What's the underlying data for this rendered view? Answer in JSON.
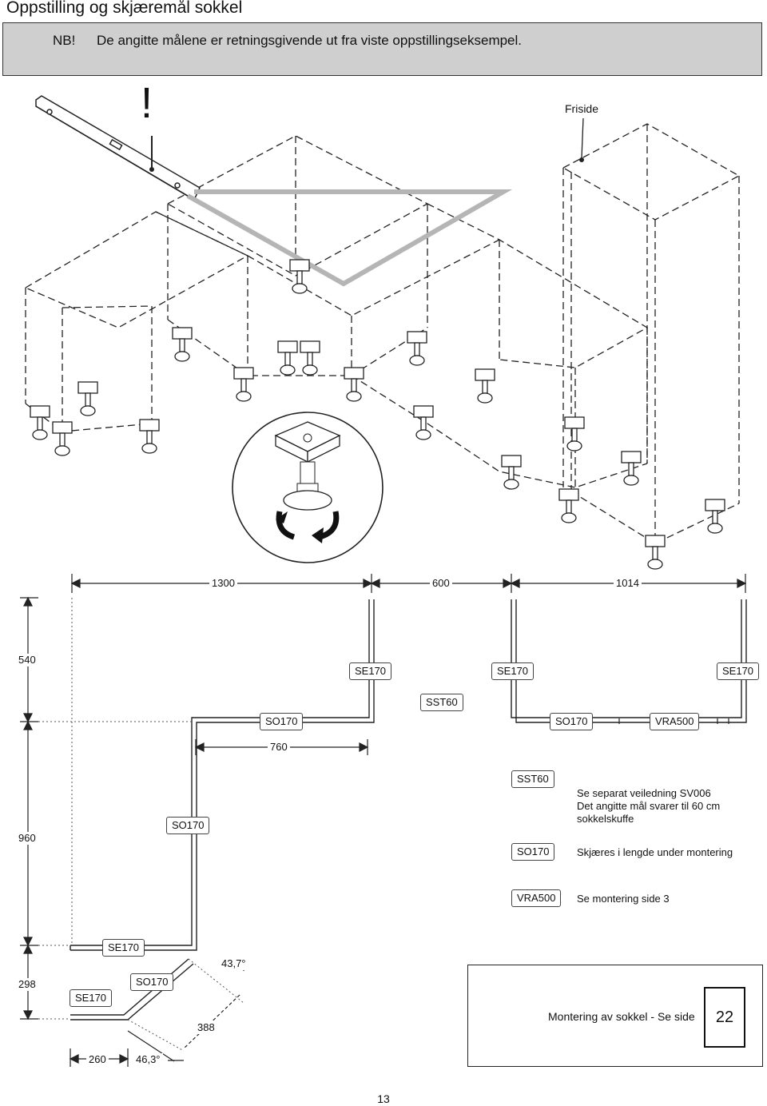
{
  "page": {
    "title": "Oppstilling og skjæremål sokkel",
    "nb_label": "NB!",
    "nb_text": "De angitte målene er retningsgivende ut fra viste oppstillingseksempel.",
    "page_number": "13"
  },
  "illustration": {
    "warning_mark": "!",
    "friside_label": "Friside"
  },
  "dimensions": {
    "top_1": "1300",
    "top_2": "600",
    "top_3": "1014",
    "left_1": "540",
    "left_2": "960",
    "left_3": "298",
    "inner_760": "760",
    "angle_1": "43,7°",
    "len_388": "388",
    "bottom_260": "260",
    "angle_2": "46,3°"
  },
  "plinth_labels": {
    "se170_a": "SE170",
    "se170_b": "SE170",
    "se170_c": "SE170",
    "sst60_top": "SST60",
    "so170_a": "SO170",
    "so170_b": "SO170",
    "vra500_top": "VRA500",
    "so170_left": "SO170",
    "se170_bottom_1": "SE170",
    "so170_bottom": "SO170",
    "se170_bottom_2": "SE170"
  },
  "legend": {
    "items": [
      {
        "code": "SST60",
        "text_lines": [
          "Se separat veiledning SV006",
          "Det angitte mål svarer til 60 cm",
          "sokkelskuffe"
        ]
      },
      {
        "code": "SO170",
        "text_lines": [
          "Skjæres i lengde under montering"
        ]
      },
      {
        "code": "VRA500",
        "text_lines": [
          "Se montering side 3"
        ]
      }
    ]
  },
  "reference": {
    "text": "Montering av sokkel - Se side",
    "page": "22"
  }
}
